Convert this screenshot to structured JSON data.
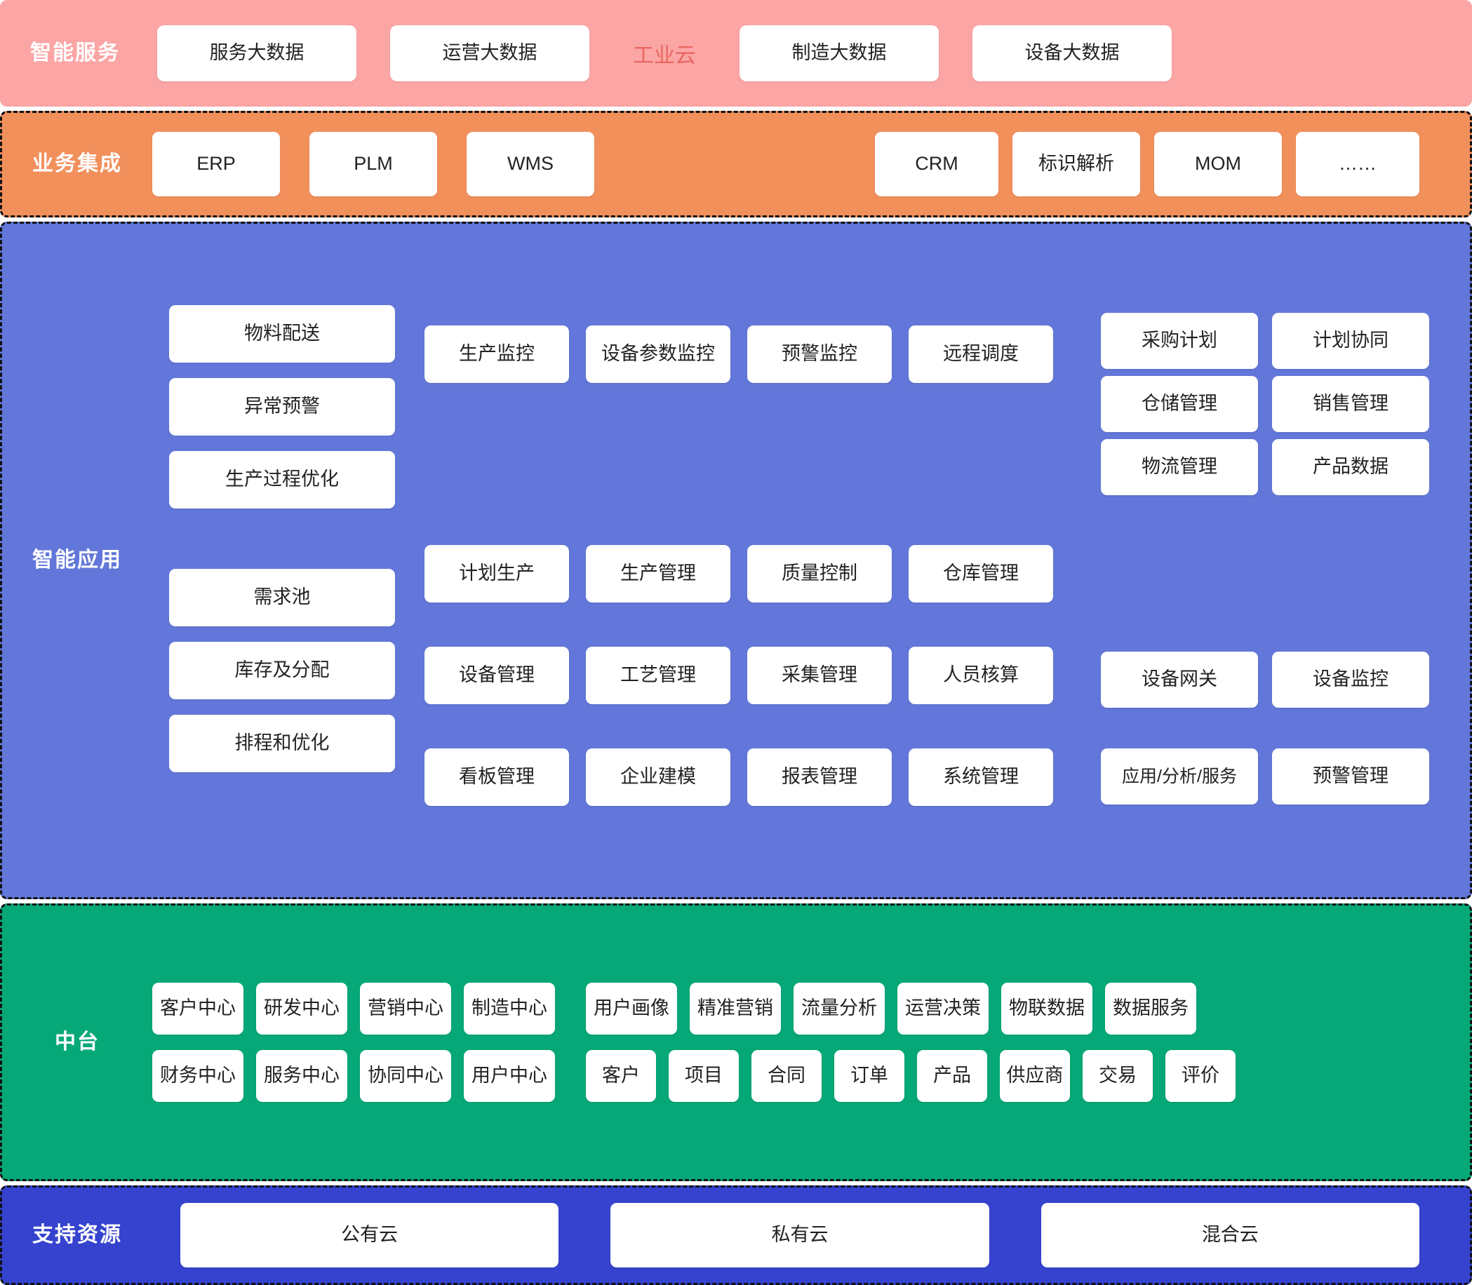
{
  "colors": {
    "service_band": "#FCA5A5",
    "business_band": "#F2905C",
    "application_band": "#6277D9",
    "middle_band": "#07A877",
    "resource_band": "#3543CE",
    "cloud_text": "#E8685F",
    "chip_bg": "#FFFFFF",
    "chip_text": "#222222",
    "band_label_text": "#FFFFFF",
    "dashed_border": "#111111"
  },
  "bands": {
    "service": {
      "label": "智能服务",
      "cloud_label": "工业云",
      "left_items": [
        "服务大数据",
        "运营大数据"
      ],
      "right_items": [
        "制造大数据",
        "设备大数据"
      ]
    },
    "business": {
      "label": "业务集成",
      "left_items": [
        "ERP",
        "PLM",
        "WMS"
      ],
      "right_items": [
        "CRM",
        "标识解析",
        "MOM",
        "……"
      ]
    },
    "application": {
      "label": "智能应用",
      "col1": [
        "物料配送",
        "异常预警",
        "生产过程优化",
        "需求池",
        "库存及分配",
        "排程和优化"
      ],
      "center_rows": [
        [
          "生产监控",
          "设备参数监控",
          "预警监控",
          "远程调度"
        ],
        [
          "计划生产",
          "生产管理",
          "质量控制",
          "仓库管理"
        ],
        [
          "设备管理",
          "工艺管理",
          "采集管理",
          "人员核算"
        ],
        [
          "看板管理",
          "企业建模",
          "报表管理",
          "系统管理"
        ]
      ],
      "right_rows": [
        [
          "采购计划",
          "计划协同"
        ],
        [
          "仓储管理",
          "销售管理"
        ],
        [
          "物流管理",
          "产品数据"
        ],
        [
          "设备网关",
          "设备监控"
        ],
        [
          "应用/分析/服务",
          "预警管理"
        ]
      ]
    },
    "middle": {
      "label": "中台",
      "group_a_row1": [
        "客户中心",
        "研发中心",
        "营销中心",
        "制造中心"
      ],
      "group_a_row2": [
        "财务中心",
        "服务中心",
        "协同中心",
        "用户中心"
      ],
      "group_b_row1": [
        "用户画像",
        "精准营销",
        "流量分析",
        "运营决策",
        "物联数据",
        "数据服务"
      ],
      "group_b_row2": [
        "客户",
        "项目",
        "合同",
        "订单",
        "产品",
        "供应商",
        "交易",
        "评价"
      ]
    },
    "resource": {
      "label": "支持资源",
      "items": [
        "公有云",
        "私有云",
        "混合云"
      ]
    }
  }
}
